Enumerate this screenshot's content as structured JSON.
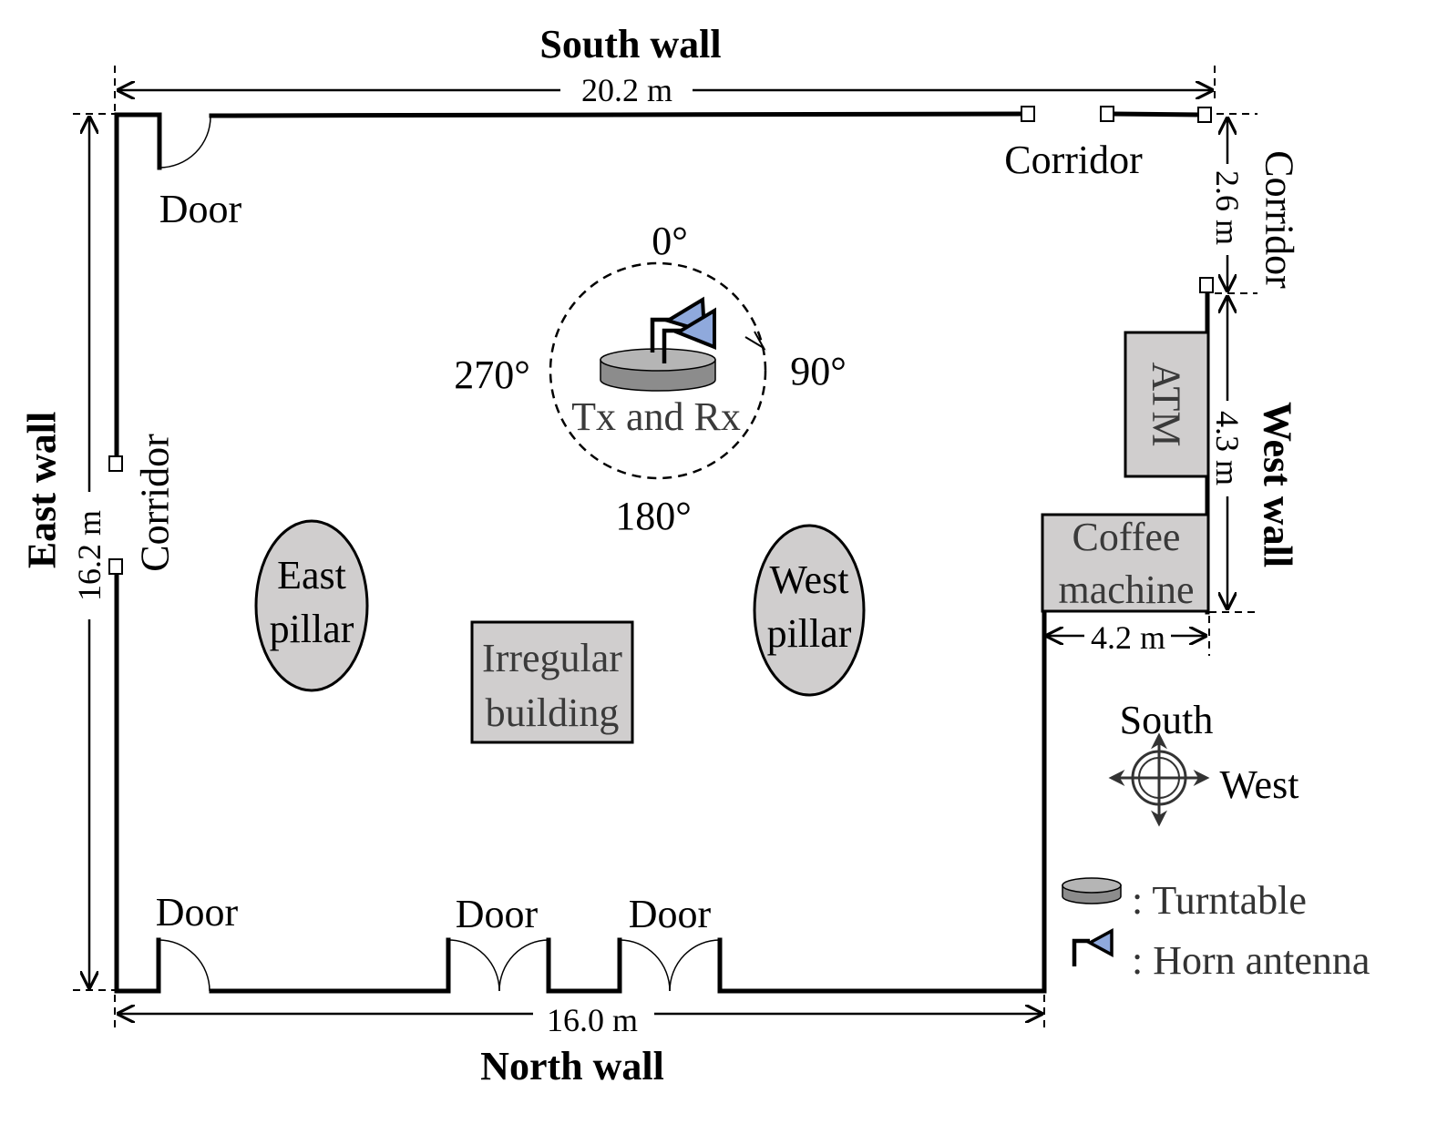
{
  "walls": {
    "south": "South wall",
    "north": "North wall",
    "east": "East wall",
    "west": "West wall"
  },
  "dimensions": {
    "south_length": "20.2 m",
    "north_length": "16.0 m",
    "east_length": "16.2 m",
    "corridor_width": "2.6 m",
    "west_segment": "4.3 m",
    "step": "4.2 m"
  },
  "labels": {
    "door": "Door",
    "corridor": "Corridor",
    "atm": "ATM",
    "coffee_machine": [
      "Coffee",
      "machine"
    ],
    "east_pillar": [
      "East",
      "pillar"
    ],
    "west_pillar": [
      "West",
      "pillar"
    ],
    "irregular_building": [
      "Irregular",
      "building"
    ],
    "txrx": "Tx and Rx"
  },
  "angles": {
    "top": "0°",
    "right": "90°",
    "bottom": "180°",
    "left": "270°"
  },
  "compass": {
    "south": "South",
    "west": "West"
  },
  "legend": {
    "turntable": ": Turntable",
    "horn": ": Horn antenna"
  },
  "colors": {
    "block_fill": "#d0cece",
    "antenna_fill": "#8fa9dc",
    "turntable_fill": "#a6a6a6"
  }
}
